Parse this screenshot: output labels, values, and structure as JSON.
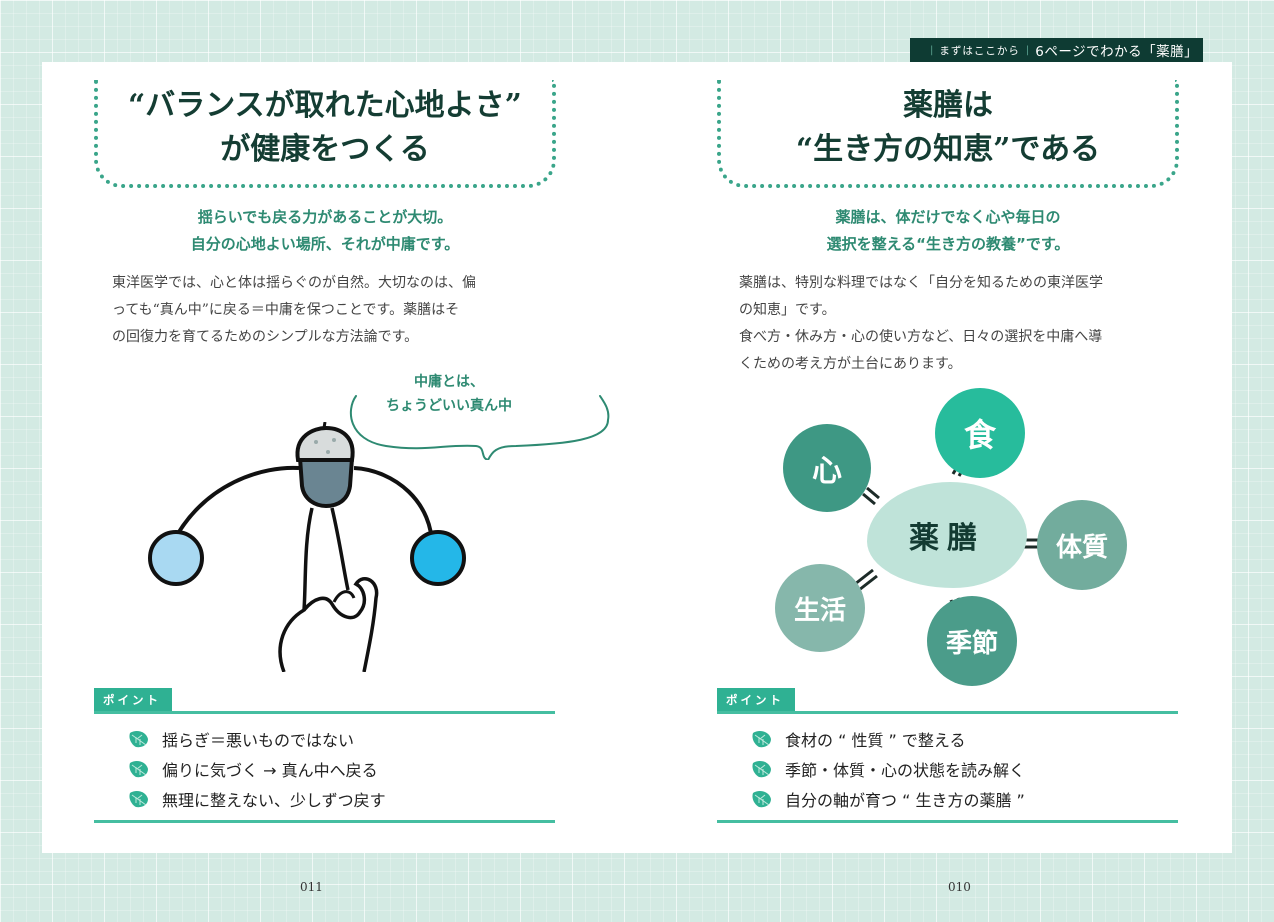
{
  "header": {
    "sub_label": "まずはここから",
    "main_label": "6ページでわかる「薬膳」",
    "bg_color": "#0e3b33"
  },
  "left_page": {
    "title_line1": "“バランスが取れた心地よさ”",
    "title_line2": "が健康をつくる",
    "lead_line1": "揺らいでも戻る力があることが大切。",
    "lead_line2": "自分の心地よい場所、それが中庸です。",
    "body_line1": "東洋医学では、心と体は揺らぐのが自然。大切なのは、偏",
    "body_line2": "っても“真ん中”に戻る＝中庸を保つことです。薬膳はそ",
    "body_line3": "の回復力を育てるためのシンプルな方法論です。",
    "bubble_line1": "中庸とは、",
    "bubble_line2": "ちょうどいい真ん中",
    "illustration": "balancing-toy-on-finger",
    "point_label": "ポイント",
    "points": [
      "揺らぎ＝悪いものではない",
      "偏りに気づく → 真ん中へ戻る",
      "無理に整えない、少しずつ戻す"
    ],
    "page_number": "011"
  },
  "right_page": {
    "title_line1": "薬膳は",
    "title_line2": "“生き方の知恵”である",
    "lead_line1": "薬膳は、体だけでなく心や毎日の",
    "lead_line2": "選択を整える“生き方の教養”です。",
    "body_line1": "薬膳は、特別な料理ではなく「自分を知るための東洋医学",
    "body_line2": "の知恵」です。",
    "body_line3": "食べ方・休み方・心の使い方など、日々の選択を中庸へ導",
    "body_line4": "くための考え方が土台にあります。",
    "diagram": {
      "center": "薬膳",
      "nodes": [
        {
          "label": "心",
          "color": "#3e9884"
        },
        {
          "label": "食",
          "color": "#27bc9c"
        },
        {
          "label": "体質",
          "color": "#72ac9d"
        },
        {
          "label": "生活",
          "color": "#86b7ab"
        },
        {
          "label": "季節",
          "color": "#4b9c8a"
        }
      ],
      "center_color": "#bfe3d9"
    },
    "point_label": "ポイント",
    "points": [
      "食材の “ 性質 ” で整える",
      "季節・体質・心の状態を読み解く",
      "自分の軸が育つ “ 生き方の薬膳 ”"
    ],
    "page_number": "010"
  },
  "colors": {
    "accent_green": "#2fb193",
    "title_dark_green": "#143d33",
    "lead_green": "#2e8a72",
    "background_mint": "#d3eae3"
  }
}
